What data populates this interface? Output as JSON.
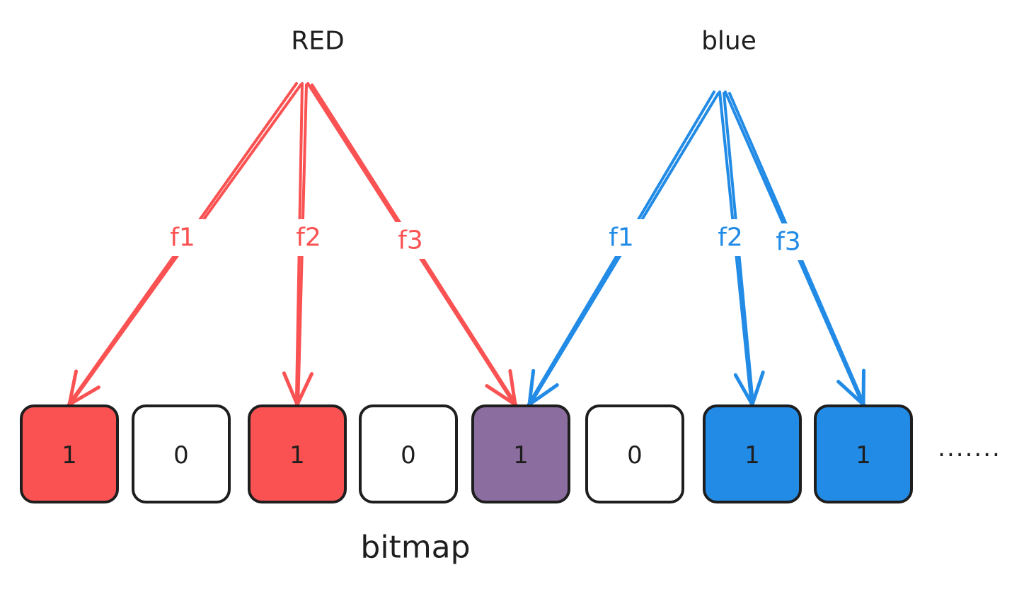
{
  "colors": {
    "red": "#fa5252",
    "blue": "#228be6",
    "purple": "#8c6d9f",
    "empty": "#ffffff",
    "stroke": "#1e1e1e"
  },
  "keys": [
    {
      "id": "red",
      "label": "RED",
      "color_key": "red",
      "functions": [
        "f1",
        "f2",
        "f3"
      ],
      "targets": [
        0,
        2,
        4
      ]
    },
    {
      "id": "blue",
      "label": "blue",
      "color_key": "blue",
      "functions": [
        "f1",
        "f2",
        "f3"
      ],
      "targets": [
        4,
        6,
        7
      ]
    }
  ],
  "bitmap": {
    "caption": "bitmap",
    "cells": [
      {
        "value": "1",
        "color_key": "red"
      },
      {
        "value": "0",
        "color_key": "empty"
      },
      {
        "value": "1",
        "color_key": "red"
      },
      {
        "value": "0",
        "color_key": "empty"
      },
      {
        "value": "1",
        "color_key": "purple"
      },
      {
        "value": "0",
        "color_key": "empty"
      },
      {
        "value": "1",
        "color_key": "blue"
      },
      {
        "value": "1",
        "color_key": "blue"
      }
    ],
    "continuation": "......."
  }
}
